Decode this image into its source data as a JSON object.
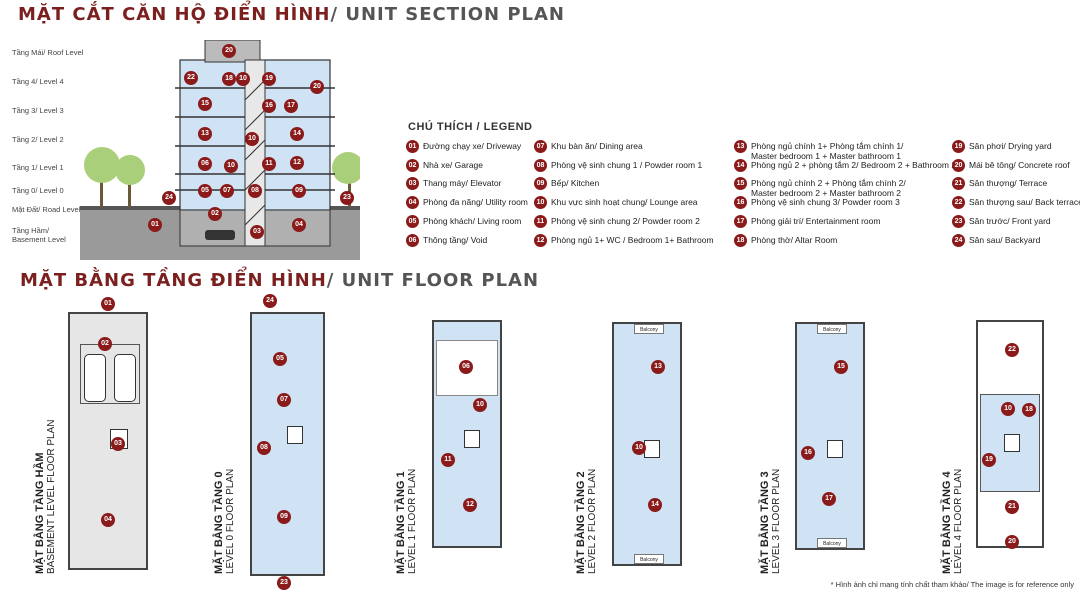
{
  "title": {
    "vn": "MẶT CẮT CĂN HỘ ĐIỂN HÌNH",
    "en": "/ UNIT SECTION PLAN"
  },
  "subtitle": {
    "vn": "MẶT BẰNG TẦNG ĐIỂN HÌNH",
    "en": "/ UNIT FLOOR PLAN"
  },
  "levels": [
    "Tầng Mái/ Roof Level",
    "Tầng 4/ Level 4",
    "Tầng 3/ Level 3",
    "Tầng 2/ Level 2",
    "Tầng 1/ Level 1",
    "Tầng 0/ Level 0",
    "Mặt Đất/ Road Level",
    "Tầng Hầm/",
    "Basement Level"
  ],
  "legend_title": "CHÚ THÍCH / LEGEND",
  "legend": [
    {
      "n": "01",
      "t": "Đường chạy xe/ Driveway"
    },
    {
      "n": "02",
      "t": "Nhà xe/ Garage"
    },
    {
      "n": "03",
      "t": "Thang máy/ Elevator"
    },
    {
      "n": "04",
      "t": "Phòng đa năng/ Utility room"
    },
    {
      "n": "05",
      "t": "Phòng khách/ Living room"
    },
    {
      "n": "06",
      "t": "Thông tầng/ Void"
    },
    {
      "n": "07",
      "t": "Khu bàn ăn/ Dining area"
    },
    {
      "n": "08",
      "t": "Phòng vệ sinh chung 1 / Powder room 1"
    },
    {
      "n": "09",
      "t": "Bếp/ Kitchen"
    },
    {
      "n": "10",
      "t": "Khu vực sinh hoạt chung/ Lounge area"
    },
    {
      "n": "11",
      "t": "Phòng vệ sinh chung 2/ Powder room 2"
    },
    {
      "n": "12",
      "t": "Phòng ngủ 1+ WC / Bedroom 1+ Bathroom"
    },
    {
      "n": "13",
      "t": "Phòng ngủ chính 1+ Phòng tắm chính 1/",
      "t2": "Master bedroom 1 + Master bathroom 1"
    },
    {
      "n": "14",
      "t": "Phòng ngủ 2 + phòng tắm 2/ Bedroom 2 + Bathroom 2"
    },
    {
      "n": "15",
      "t": "Phòng ngủ chính 2 + Phòng tắm chính 2/",
      "t2": "Master bedroom 2 + Master bathroom 2"
    },
    {
      "n": "16",
      "t": "Phòng vệ sinh chung 3/ Powder room 3"
    },
    {
      "n": "17",
      "t": "Phòng giải trí/ Entertainment room"
    },
    {
      "n": "18",
      "t": "Phòng thờ/ Altar Room"
    },
    {
      "n": "19",
      "t": "Sân phơi/ Drying yard"
    },
    {
      "n": "20",
      "t": "Mái bê tông/ Concrete roof"
    },
    {
      "n": "21",
      "t": "Sân thượng/ Terrace"
    },
    {
      "n": "22",
      "t": "Sân thượng sau/ Back terrace"
    },
    {
      "n": "23",
      "t": "Sân trước/ Front yard"
    },
    {
      "n": "24",
      "t": "Sân sau/ Backyard"
    }
  ],
  "plans": [
    {
      "vn": "MẶT BẰNG TẦNG HẦM",
      "en": "BASEMENT LEVEL FLOOR PLAN"
    },
    {
      "vn": "MẶT BẰNG TẦNG 0",
      "en": "LEVEL 0 FLOOR PLAN"
    },
    {
      "vn": "MẶT BẰNG TẦNG 1",
      "en": "LEVEL 1 FLOOR PLAN"
    },
    {
      "vn": "MẶT BẰNG TẦNG 2",
      "en": "LEVEL 2 FLOOR PLAN"
    },
    {
      "vn": "MẶT BẰNG TẦNG 3",
      "en": "LEVEL 3 FLOOR PLAN"
    },
    {
      "vn": "MẶT BẰNG TẦNG 4",
      "en": "LEVEL 4 FLOOR PLAN"
    }
  ],
  "balcony_label": "Balcony",
  "note": "* Hình ảnh chỉ mang tính chất tham khảo/ The image is for reference only",
  "colors": {
    "accent": "#8b1a1a",
    "room_fill": "#cfe3f4",
    "title_red": "#7b1f1f"
  }
}
